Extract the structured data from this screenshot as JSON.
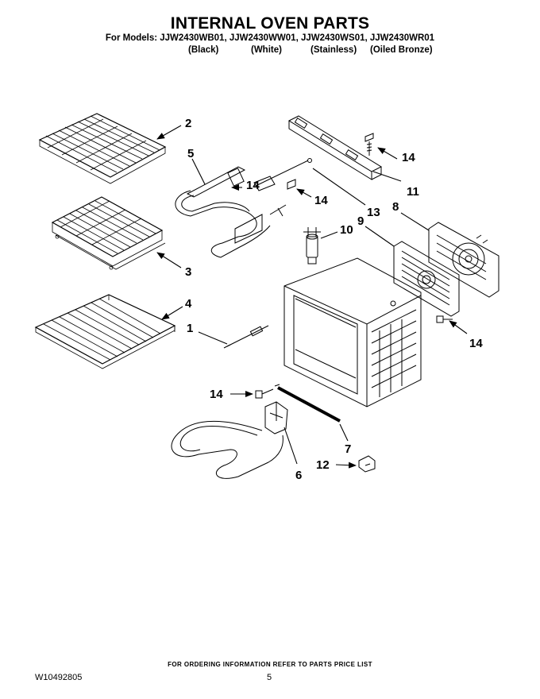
{
  "header": {
    "title": "INTERNAL OVEN PARTS",
    "models_line": "For Models: JJW2430WB01, JJW2430WW01, JJW2430WS01, JJW2430WR01",
    "finishes": [
      "(Black)",
      "(White)",
      "(Stainless)",
      "(Oiled Bronze)"
    ]
  },
  "callouts": {
    "c1": "1",
    "c2": "2",
    "c3": "3",
    "c4": "4",
    "c5": "5",
    "c6": "6",
    "c7": "7",
    "c8": "8",
    "c9": "9",
    "c10": "10",
    "c11": "11",
    "c12": "12",
    "c13": "13",
    "c14a": "14",
    "c14b": "14",
    "c14c": "14",
    "c14d": "14",
    "c14e": "14"
  },
  "footer": {
    "order_note": "FOR ORDERING INFORMATION REFER TO PARTS PRICE LIST",
    "doc_number": "W10492805",
    "page_number": "5"
  }
}
